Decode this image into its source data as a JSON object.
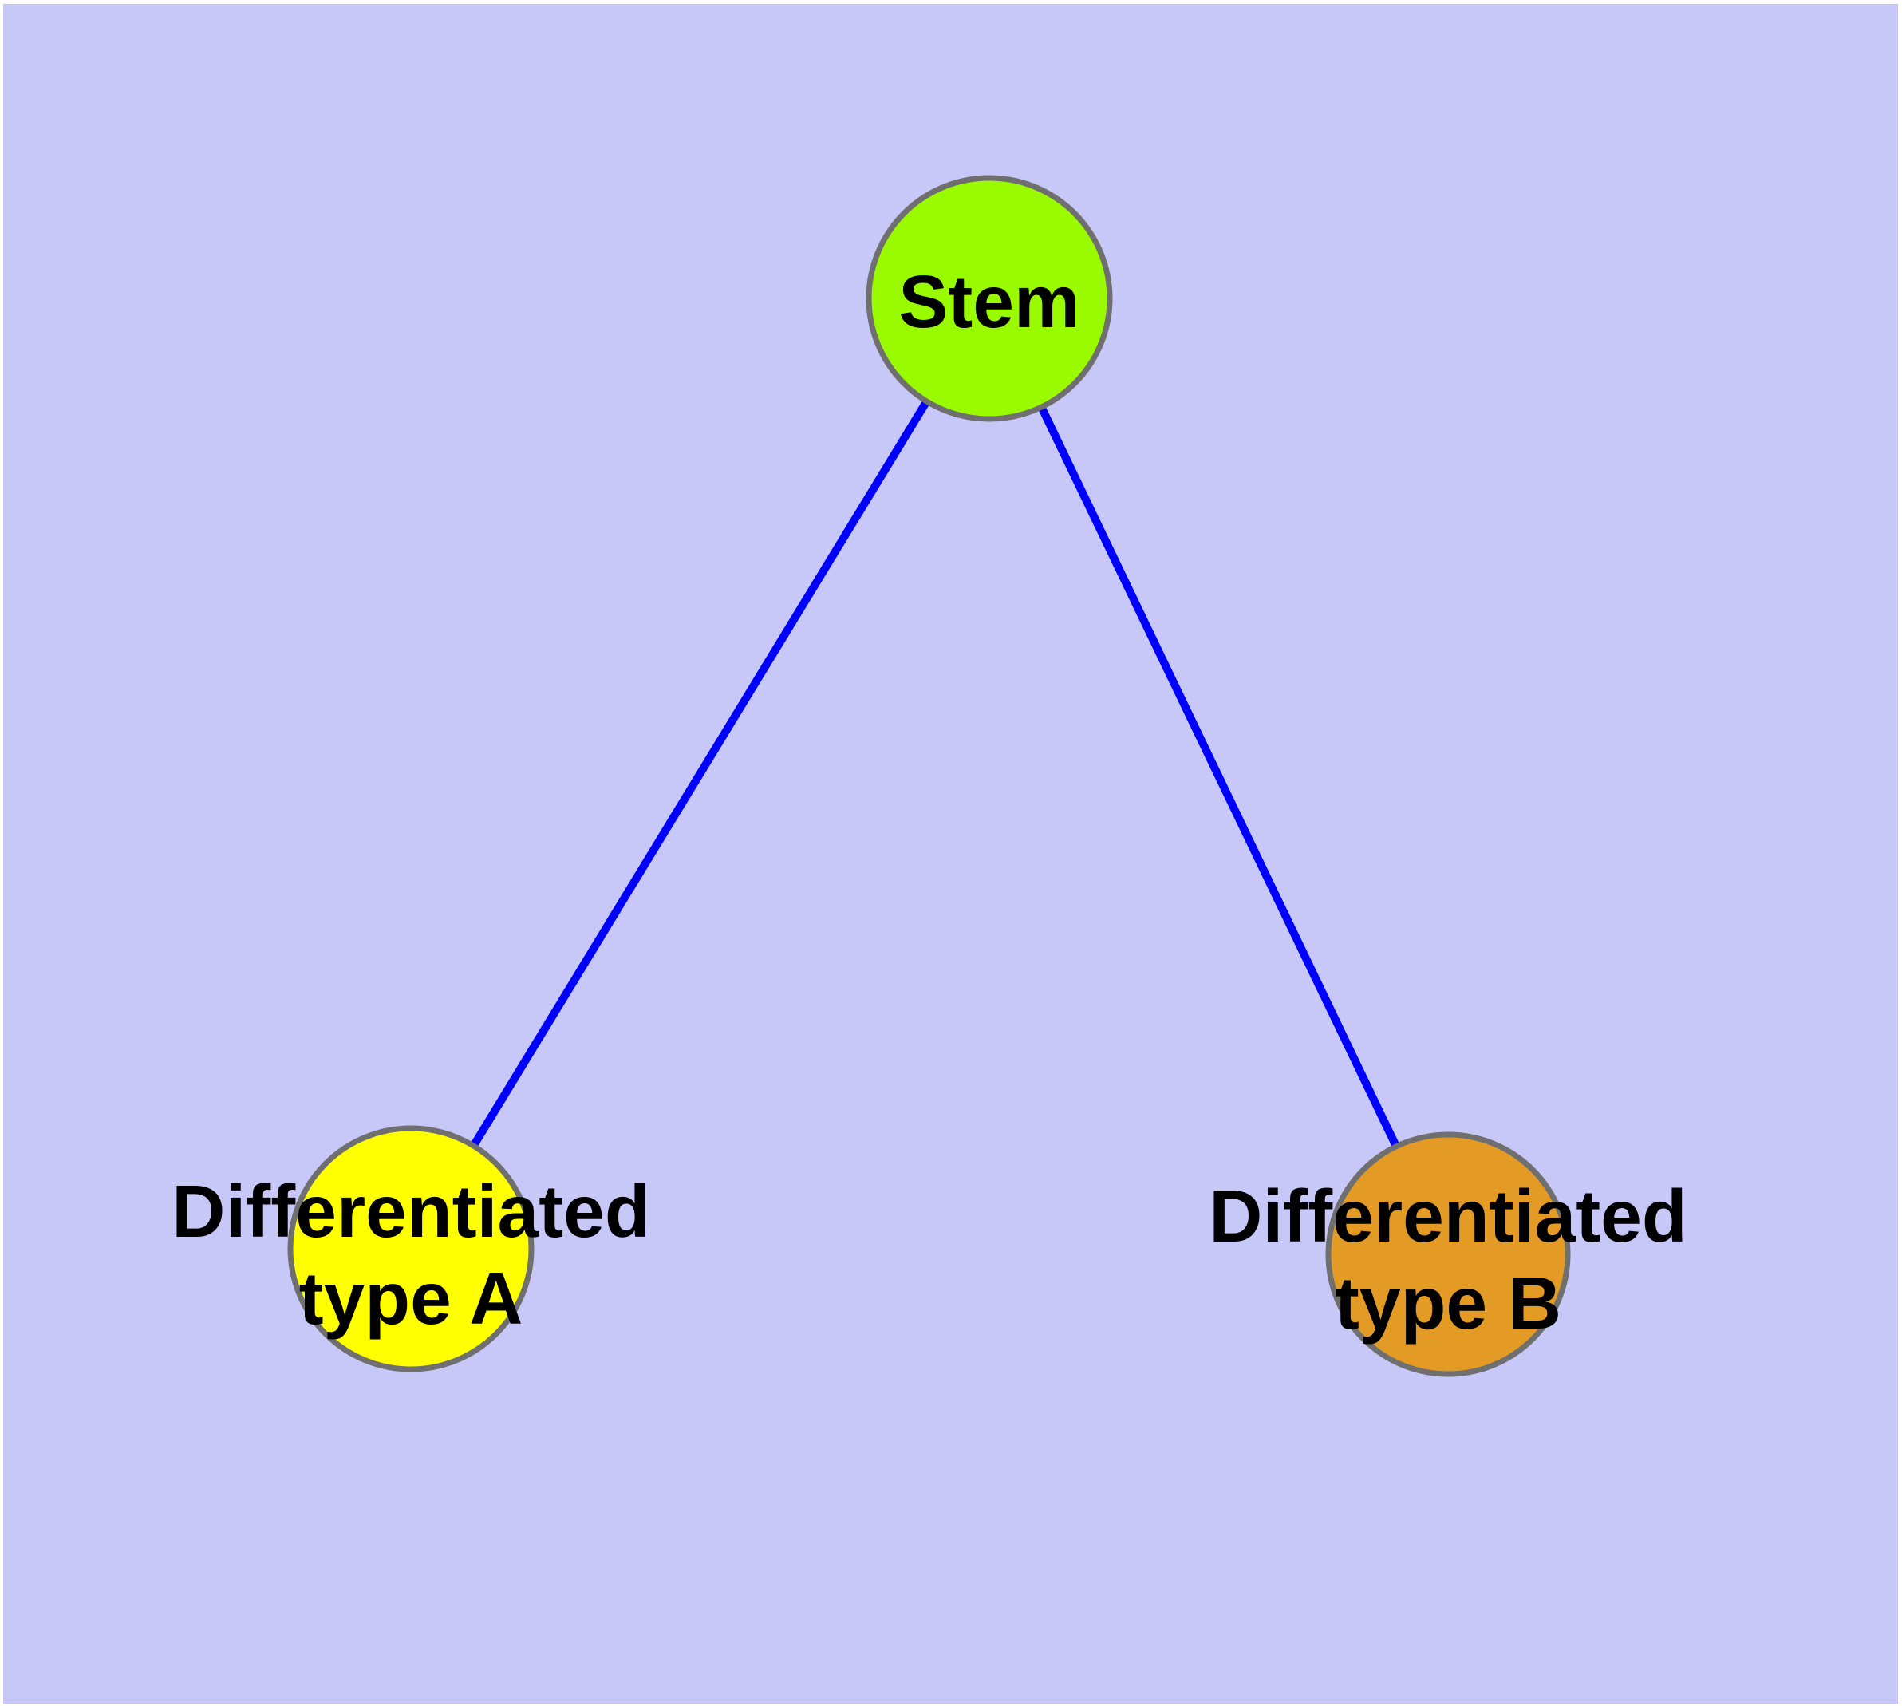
{
  "diagram": {
    "background_color": "#C8C8F8",
    "edge_color": "#0000FF",
    "node_border_color": "#6F6F6F",
    "text_color": "#000000",
    "nodes": [
      {
        "id": "stem",
        "label": "Stem",
        "label_lines": [
          "Stem"
        ],
        "fill": "#9AFA00"
      },
      {
        "id": "differentiated-type-a",
        "label": "Differentiated type A",
        "label_lines": [
          "Differentiated",
          "type A"
        ],
        "fill": "#FFFF00"
      },
      {
        "id": "differentiated-type-b",
        "label": "Differentiated type B",
        "label_lines": [
          "Differentiated",
          "type B"
        ],
        "fill": "#E49B26"
      }
    ],
    "edges": [
      {
        "from": "stem",
        "to": "differentiated-type-a"
      },
      {
        "from": "stem",
        "to": "differentiated-type-b"
      }
    ]
  }
}
